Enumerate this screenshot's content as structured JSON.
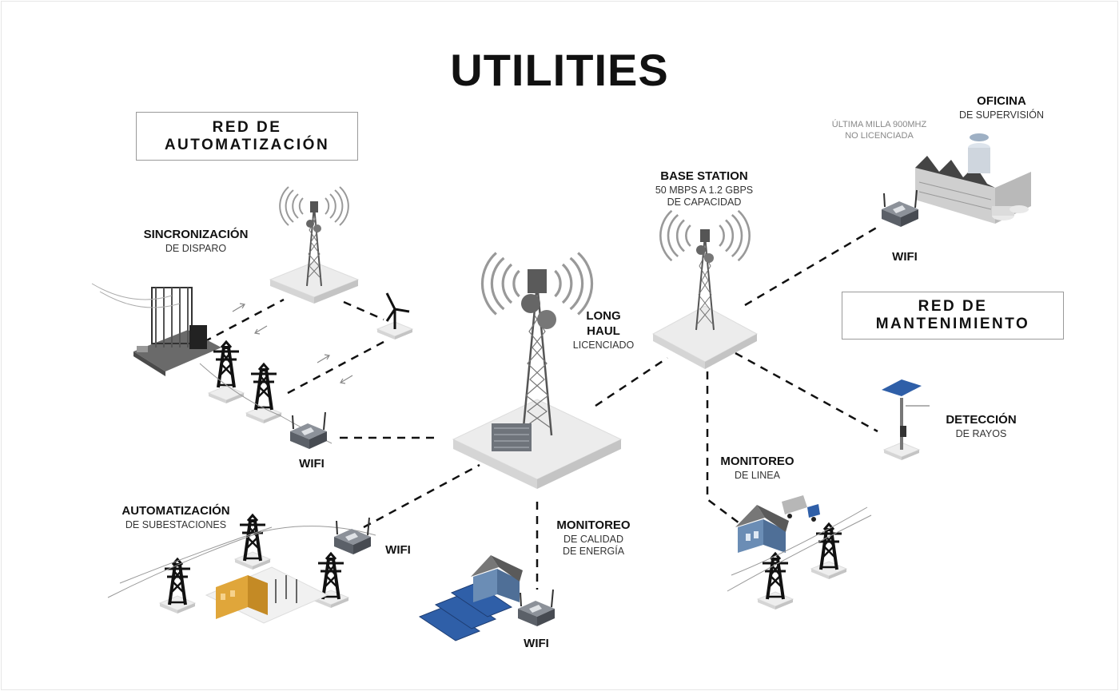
{
  "title": "UTILITIES",
  "boxes": {
    "automation": [
      "RED DE",
      "AUTOMATIZACIÓN"
    ],
    "maintenance": [
      "RED DE",
      "MANTENIMIENTO"
    ]
  },
  "labels": {
    "sync": {
      "heading": "SINCRONIZACIÓN",
      "sub": "DE DISPARO"
    },
    "wifi_left": {
      "heading": "WIFI"
    },
    "substations": {
      "heading": "AUTOMATIZACIÓN",
      "sub": "DE SUBESTACIONES"
    },
    "wifi_substations": {
      "heading": "WIFI"
    },
    "long_haul": {
      "heading1": "LONG",
      "heading2": "HAUL",
      "sub": "LICENCIADO"
    },
    "power_quality": {
      "heading": "MONITOREO",
      "sub1": "DE CALIDAD",
      "sub2": "DE ENERGÍA"
    },
    "wifi_bottom": {
      "heading": "WIFI"
    },
    "base_station": {
      "heading": "BASE STATION",
      "sub1": "50 MBPS A 1.2 GBPS",
      "sub2": "DE CAPACIDAD"
    },
    "last_mile": {
      "line1": "ÚLTIMA MILLA 900MHZ",
      "line2": "NO LICENCIADA"
    },
    "office": {
      "heading": "OFICINA",
      "sub": "DE SUPERVISIÓN"
    },
    "wifi_office": {
      "heading": "WIFI"
    },
    "lightning": {
      "heading": "DETECCIÓN",
      "sub": "DE RAYOS"
    },
    "line_monitoring": {
      "heading": "MONITOREO",
      "sub": "DE LINEA"
    }
  },
  "icons": [
    "radio-tower-icon",
    "wifi-router-icon",
    "power-pylon-icon",
    "wind-turbine-icon",
    "substation-icon",
    "house-icon",
    "solar-panel-icon",
    "factory-icon",
    "truck-icon",
    "weather-station-icon",
    "server-rack-icon"
  ],
  "colors": {
    "link": "#111111",
    "platform": "#e4e4e4",
    "platform_side": "#c8c8c8",
    "router": "#5b6068",
    "solar": "#2f5fa8"
  }
}
